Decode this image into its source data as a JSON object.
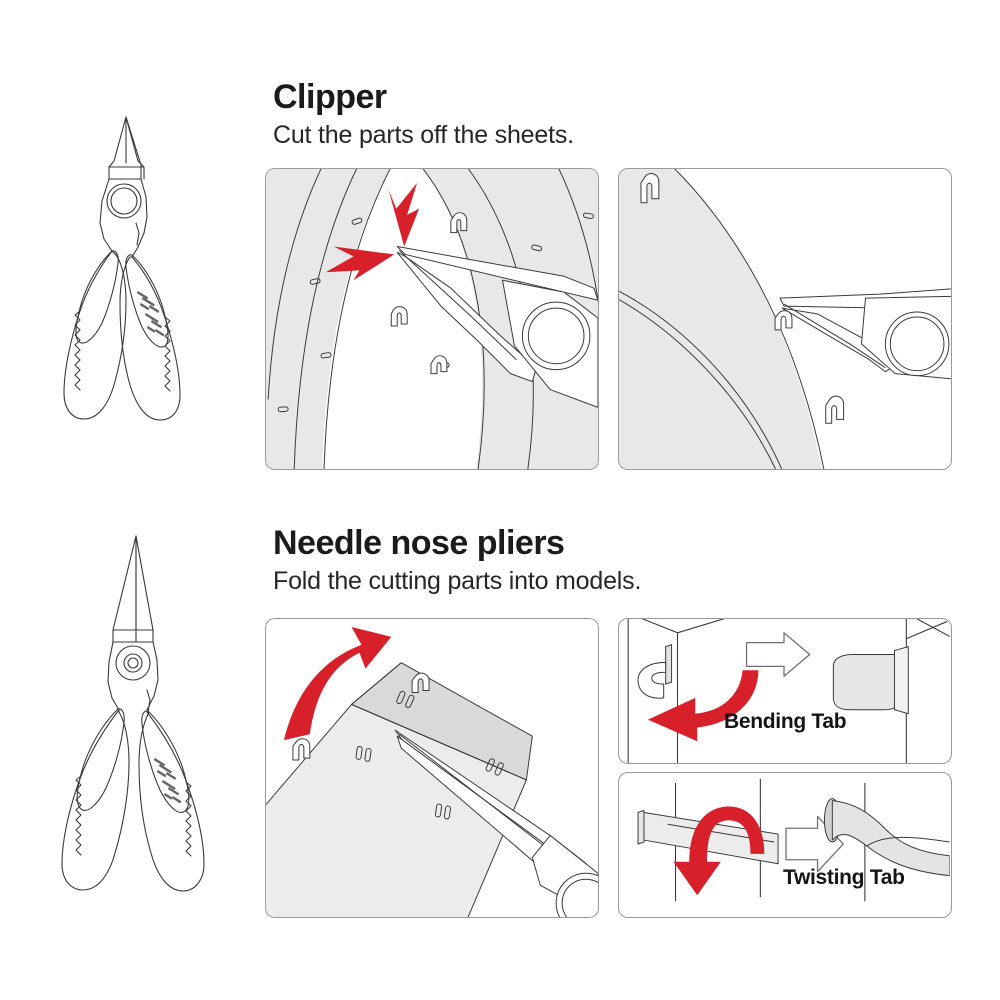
{
  "page": {
    "background": "#ffffff",
    "accent_red": "#D8202A",
    "line_color": "#3a3a3a",
    "sheet_fill": "#e8e8e8",
    "panel_border": "#9a9a9a"
  },
  "sections": [
    {
      "id": "clipper",
      "title": "Clipper",
      "subtitle": "Cut the parts off the sheets.",
      "tool_icon": "clipper-tool",
      "panels": [
        {
          "id": "cut-sprue",
          "icon": "cut-sprue-illustration",
          "caption": ""
        },
        {
          "id": "trim-nub",
          "icon": "trim-nub-illustration",
          "caption": ""
        }
      ]
    },
    {
      "id": "needle-nose-pliers",
      "title": "Needle nose pliers",
      "subtitle": "Fold the cutting parts into models.",
      "tool_icon": "needle-nose-pliers-tool",
      "panels": [
        {
          "id": "fold-sheet",
          "icon": "fold-sheet-illustration",
          "caption": ""
        },
        {
          "id": "bending-tab",
          "icon": "bending-tab-illustration",
          "caption": "Bending Tab"
        },
        {
          "id": "twisting-tab",
          "icon": "twisting-tab-illustration",
          "caption": "Twisting Tab"
        }
      ]
    }
  ],
  "captions": {
    "bending_tab": "Bending Tab",
    "twisting_tab": "Twisting Tab"
  }
}
